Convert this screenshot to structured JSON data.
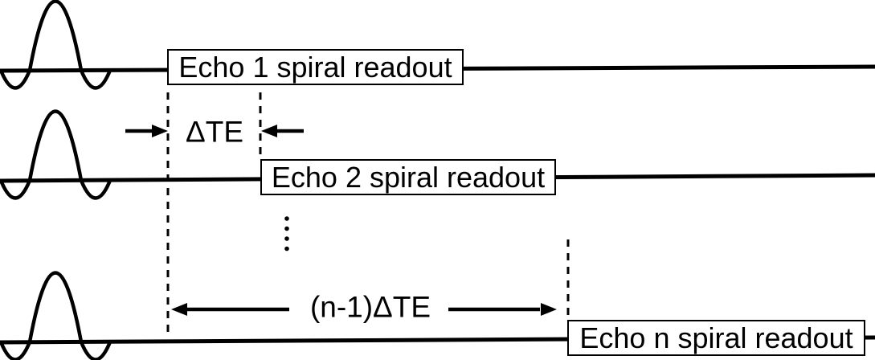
{
  "colors": {
    "ink": "#000000",
    "background": "#ffffff"
  },
  "rows": [
    {
      "readout_label": "Echo 1 spiral readout"
    },
    {
      "readout_label": "Echo 2 spiral readout"
    },
    {
      "readout_label": "Echo n spiral readout"
    }
  ],
  "annotations": {
    "echo_spacing": "ΔTE",
    "total_spacing": "(n-1)ΔTE"
  },
  "icons": {
    "rf_pulse": "sinc-rf-pulse-waveform",
    "ellipsis": "vertical-dots",
    "measure_arrows": "interval-measurement-arrows"
  }
}
